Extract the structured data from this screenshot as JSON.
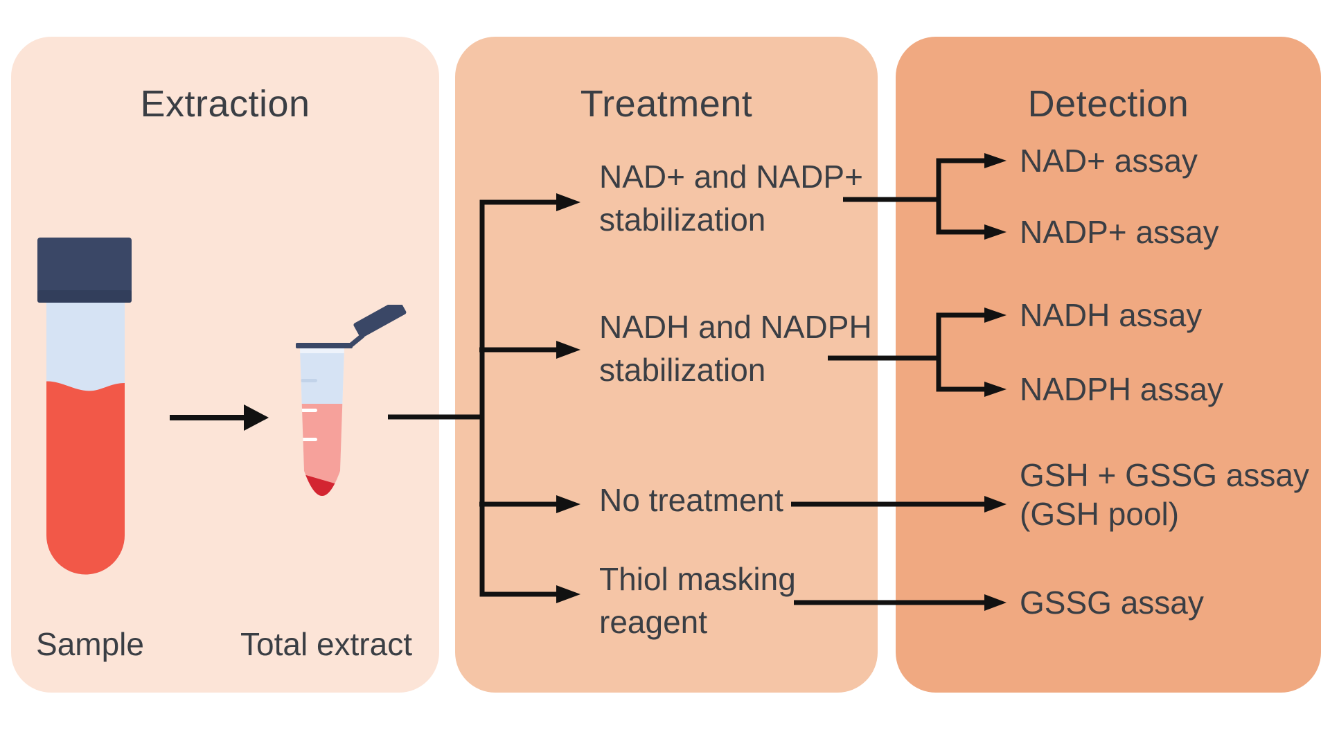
{
  "panels": {
    "extraction": {
      "title": "Extraction",
      "sample_label": "Sample",
      "extract_label": "Total extract"
    },
    "treatment": {
      "title": "Treatment",
      "rows": [
        {
          "line1": "NAD+ and NADP+",
          "line2": "stabilization"
        },
        {
          "line1": "NADH and NADPH",
          "line2": "stabilization"
        },
        {
          "line1": "No treatment",
          "line2": ""
        },
        {
          "line1": "Thiol masking",
          "line2": "reagent"
        }
      ]
    },
    "detection": {
      "title": "Detection",
      "assays": [
        {
          "line1": "NAD+ assay",
          "line2": ""
        },
        {
          "line1": "NADP+ assay",
          "line2": ""
        },
        {
          "line1": "NADH assay",
          "line2": ""
        },
        {
          "line1": "NADPH assay",
          "line2": ""
        },
        {
          "line1": "GSH + GSSG assay",
          "line2": "(GSH pool)"
        },
        {
          "line1": "GSSG assay",
          "line2": ""
        }
      ]
    }
  },
  "colors": {
    "background": "#ffffff",
    "extraction_bg": "#fce4d7",
    "treatment_bg": "#f5c5a6",
    "detection_bg": "#f0a981",
    "tube_cap": "#3a4766",
    "tube_cap_shade": "#323e5b",
    "tube_glass": "#d6e3f4",
    "tube_glass_light": "#eef3fb",
    "blood_red": "#f25848",
    "extract_pink": "#f6a19b",
    "extract_dark_red": "#d32531",
    "tick_blue": "#c2d3e9",
    "tick_white": "#ffffff",
    "line_black": "#111111",
    "text": "#3a3e44"
  }
}
